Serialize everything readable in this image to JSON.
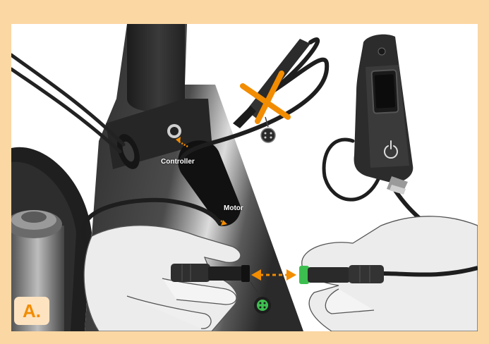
{
  "illustration": {
    "labels": {
      "controller": "Controller",
      "motor": "Motor"
    },
    "step_label": "A."
  },
  "colors": {
    "frame_border": "#FBD7A3",
    "accent_orange": "#F28C00",
    "connector_green": "#3DBF4F",
    "badge_background": "#FDE3C0",
    "frame_black": "#2A2A2A"
  },
  "icons": [
    "power-icon",
    "cross-mark-icon",
    "double-arrow-icon",
    "pin-connector-icon"
  ]
}
